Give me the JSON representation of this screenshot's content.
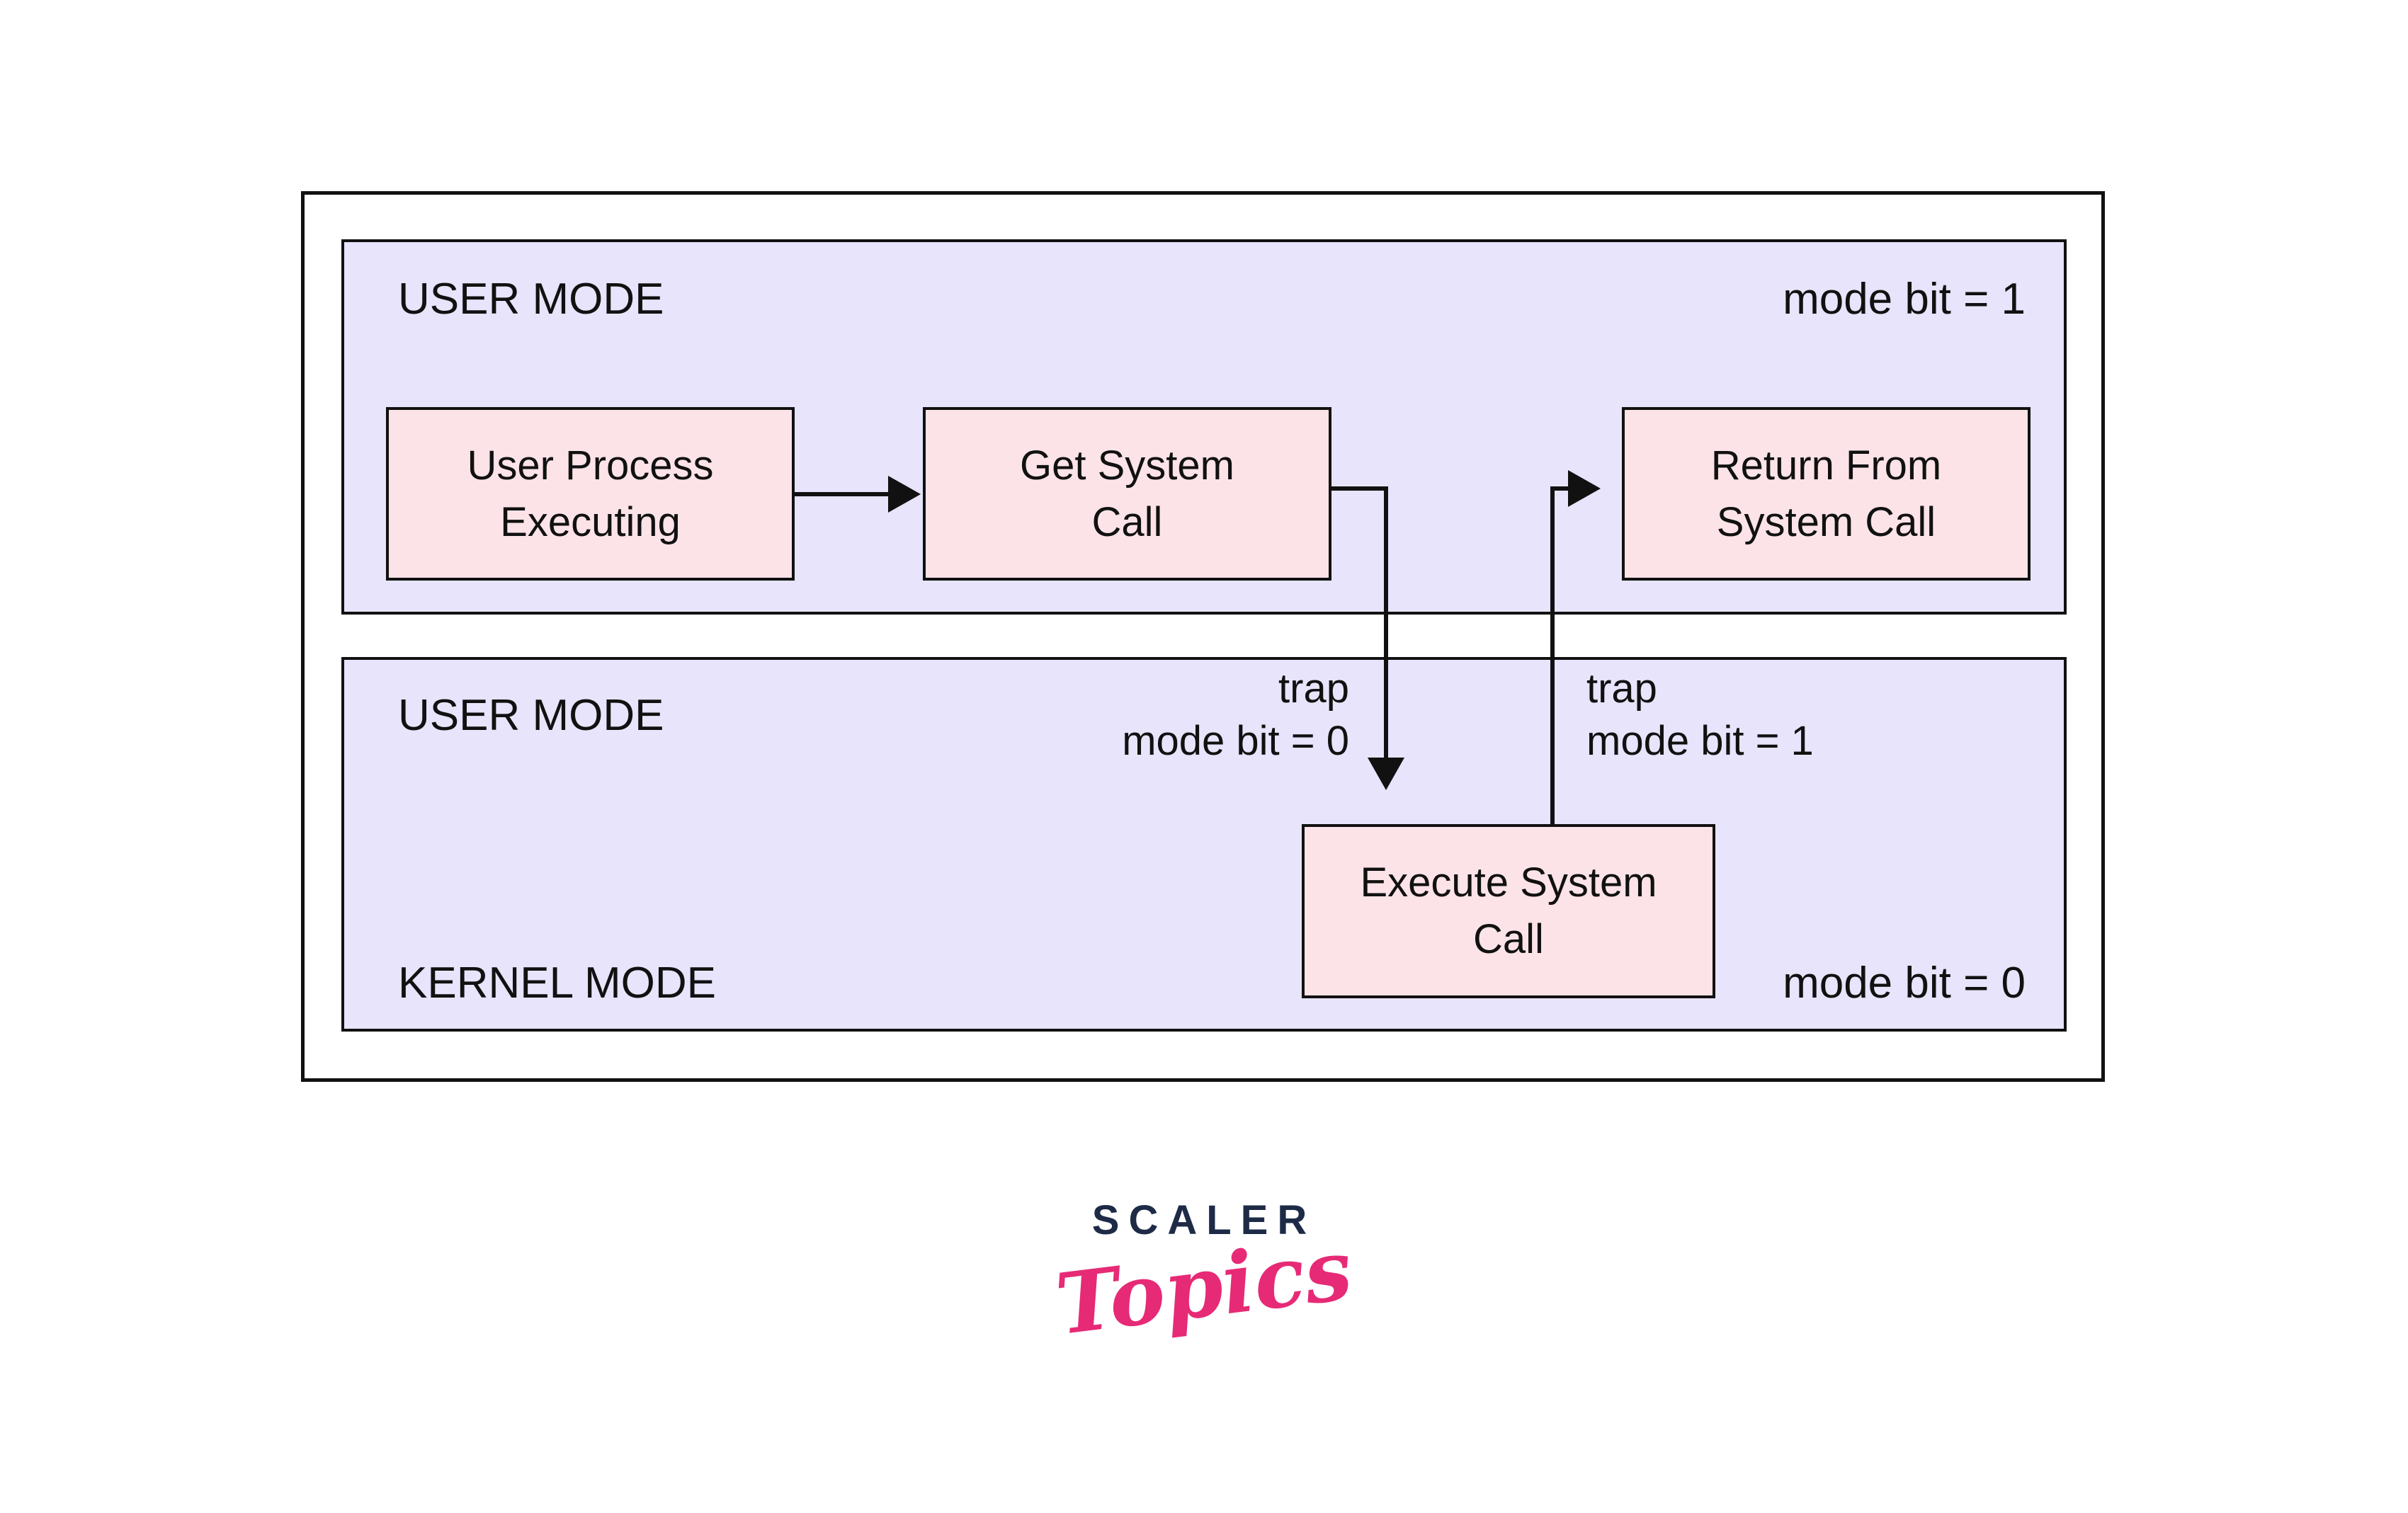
{
  "colors": {
    "background": "#ffffff",
    "region_fill": "#e7e4fb",
    "node_fill": "#fce3e8",
    "line_and_text": "#111111",
    "logo_navy": "#1e2b47",
    "logo_pink": "#e62a76"
  },
  "regions": {
    "user_mode": {
      "label": "USER MODE",
      "mode_bit": "mode bit = 1"
    },
    "kernel_mode": {
      "label_top": "USER MODE",
      "label_bottom": "KERNEL MODE",
      "mode_bit": "mode bit = 0"
    }
  },
  "nodes": {
    "user_process": {
      "line1": "User Process",
      "line2": "Executing"
    },
    "get_system_call": {
      "line1": "Get System",
      "line2": "Call"
    },
    "return_from_system_call": {
      "line1": "Return From",
      "line2": "System Call"
    },
    "execute_system_call": {
      "line1": "Execute System",
      "line2": "Call"
    }
  },
  "annotations": {
    "trap_enter": {
      "line1": "trap",
      "line2": "mode bit = 0"
    },
    "trap_return": {
      "line1": "trap",
      "line2": "mode bit = 1"
    }
  },
  "logo": {
    "brand": "SCALER",
    "word": "Topics"
  }
}
